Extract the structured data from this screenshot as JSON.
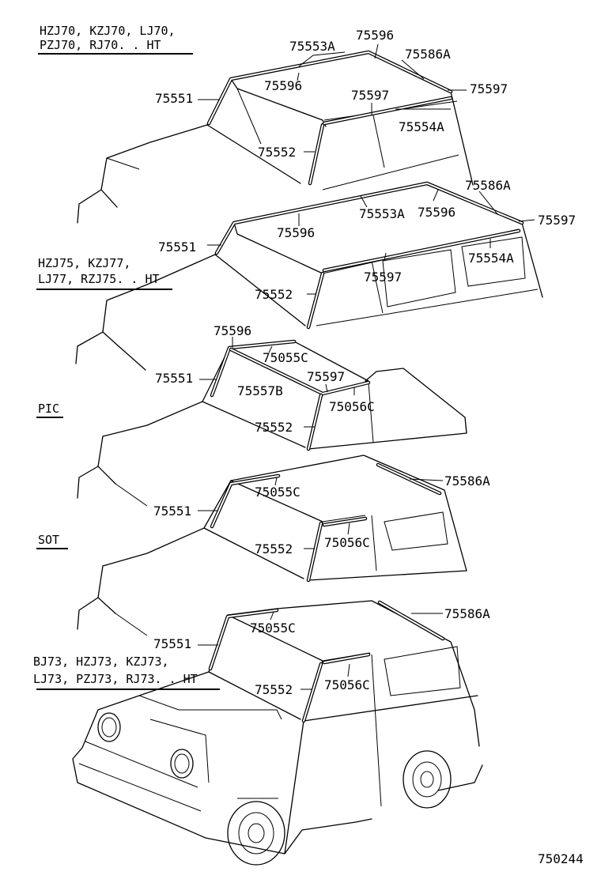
{
  "variants": {
    "ht70": {
      "line1": "HZJ70, KZJ70, LJ70,",
      "line2": "PZJ70, RJ70. . HT"
    },
    "ht75": {
      "line1": "HZJ75, KZJ77,",
      "line2": "LJ77, RZJ75. . HT"
    },
    "pic": {
      "label": "PIC"
    },
    "sot": {
      "label": "SOT"
    },
    "ht73": {
      "line1": "BJ73, HZJ73, KZJ73,",
      "line2": "LJ73, PZJ73, RJ73. . HT"
    }
  },
  "parts": {
    "v1": [
      "75596",
      "75553A",
      "75586A",
      "75596",
      "75551",
      "75597",
      "75597",
      "75554A",
      "75552"
    ],
    "v2": [
      "75586A",
      "75553A",
      "75596",
      "75597",
      "75596",
      "75551",
      "75554A",
      "75597",
      "75552"
    ],
    "v3": [
      "75596",
      "75055C",
      "75551",
      "75597",
      "75557B",
      "75056C",
      "75552"
    ],
    "v4": [
      "75586A",
      "75055C",
      "75551",
      "75056C",
      "75552"
    ],
    "v5": [
      "75586A",
      "75551",
      "75055C",
      "75056C",
      "75552"
    ]
  },
  "figure_code": "750244"
}
